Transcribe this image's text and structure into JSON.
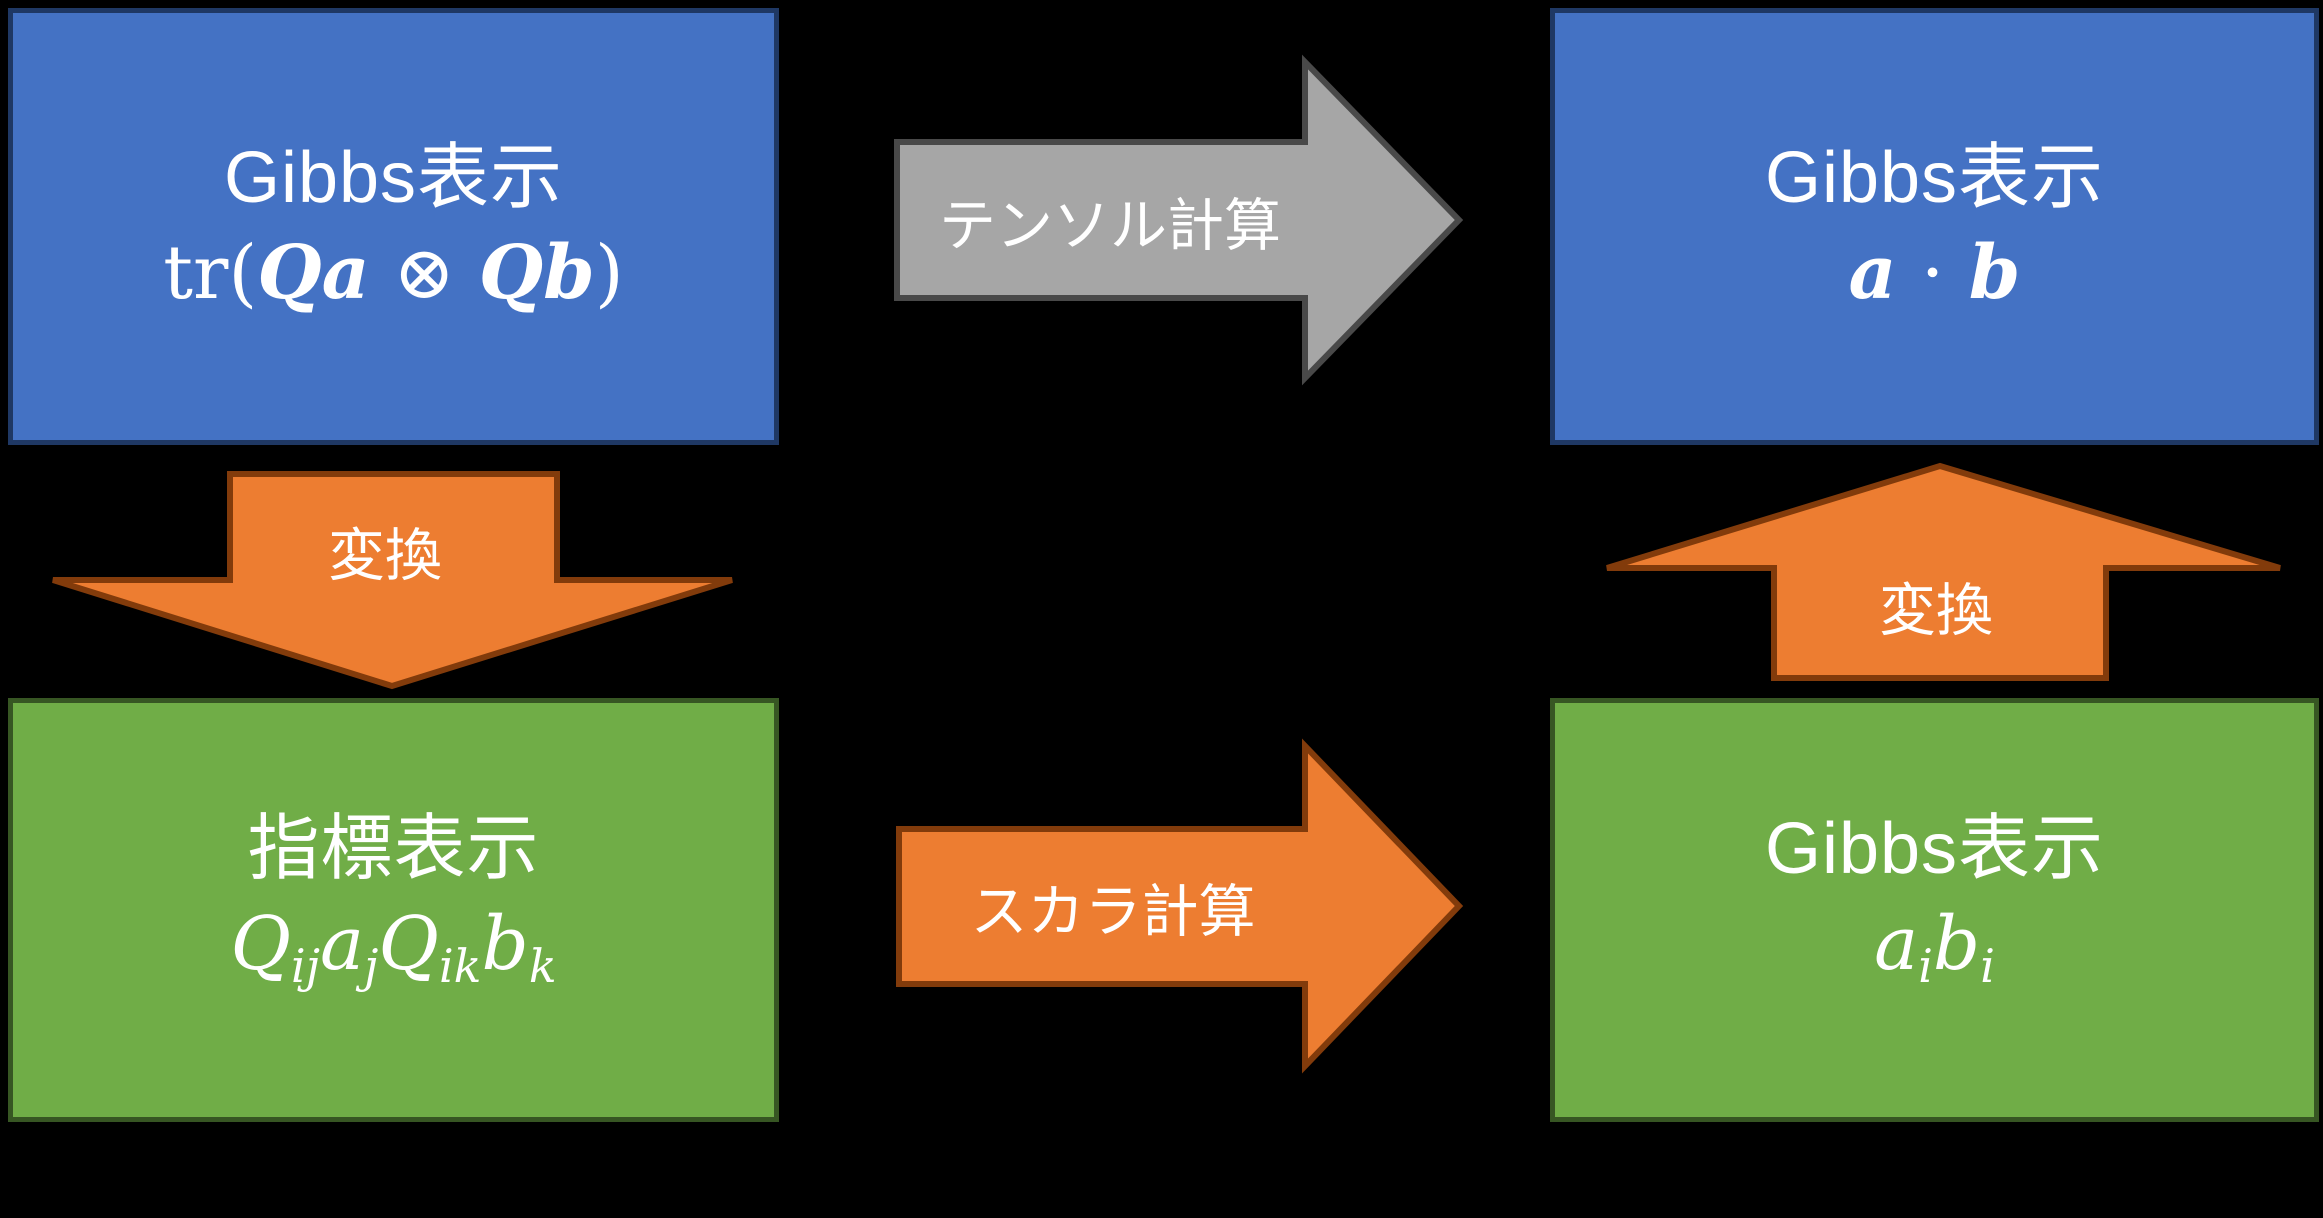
{
  "colors": {
    "background": "#000000",
    "blue_fill": "#4472C4",
    "blue_border": "#1F3864",
    "green_fill": "#70AD47",
    "green_border": "#375623",
    "orange_fill": "#ED7D31",
    "orange_border": "#823B0B",
    "gray_fill": "#A6A6A6",
    "gray_border": "#494949",
    "text": "#FFFFFF"
  },
  "boxes": {
    "top_left": {
      "title": "Gibbs表示",
      "formula": [
        {
          "t": "tr("
        },
        {
          "t": "Qa",
          "i": true,
          "b": true
        },
        {
          "t": " ⊗ "
        },
        {
          "t": "Qb",
          "i": true,
          "b": true
        },
        {
          "t": ")"
        }
      ]
    },
    "top_right": {
      "title": "Gibbs表示",
      "formula": [
        {
          "t": "a",
          "i": true,
          "b": true
        },
        {
          "t": " ⋅ "
        },
        {
          "t": "b",
          "i": true,
          "b": true
        }
      ]
    },
    "bottom_left": {
      "title": "指標表示",
      "formula": [
        {
          "t": "Q",
          "i": true
        },
        {
          "t": "ij",
          "i": true,
          "sub": true
        },
        {
          "t": "a",
          "i": true
        },
        {
          "t": "j",
          "i": true,
          "sub": true
        },
        {
          "t": "Q",
          "i": true
        },
        {
          "t": "ik",
          "i": true,
          "sub": true
        },
        {
          "t": "b",
          "i": true
        },
        {
          "t": "k",
          "i": true,
          "sub": true
        }
      ]
    },
    "bottom_right": {
      "title": "Gibbs表示",
      "formula": [
        {
          "t": "a",
          "i": true
        },
        {
          "t": "i",
          "i": true,
          "sub": true
        },
        {
          "t": "b",
          "i": true
        },
        {
          "t": "i",
          "i": true,
          "sub": true
        }
      ]
    }
  },
  "arrows": {
    "tensor": {
      "label": "テンソル計算"
    },
    "scalar": {
      "label": "スカラ計算"
    },
    "convert_left": {
      "label": "変換"
    },
    "convert_right": {
      "label": "変換"
    }
  }
}
